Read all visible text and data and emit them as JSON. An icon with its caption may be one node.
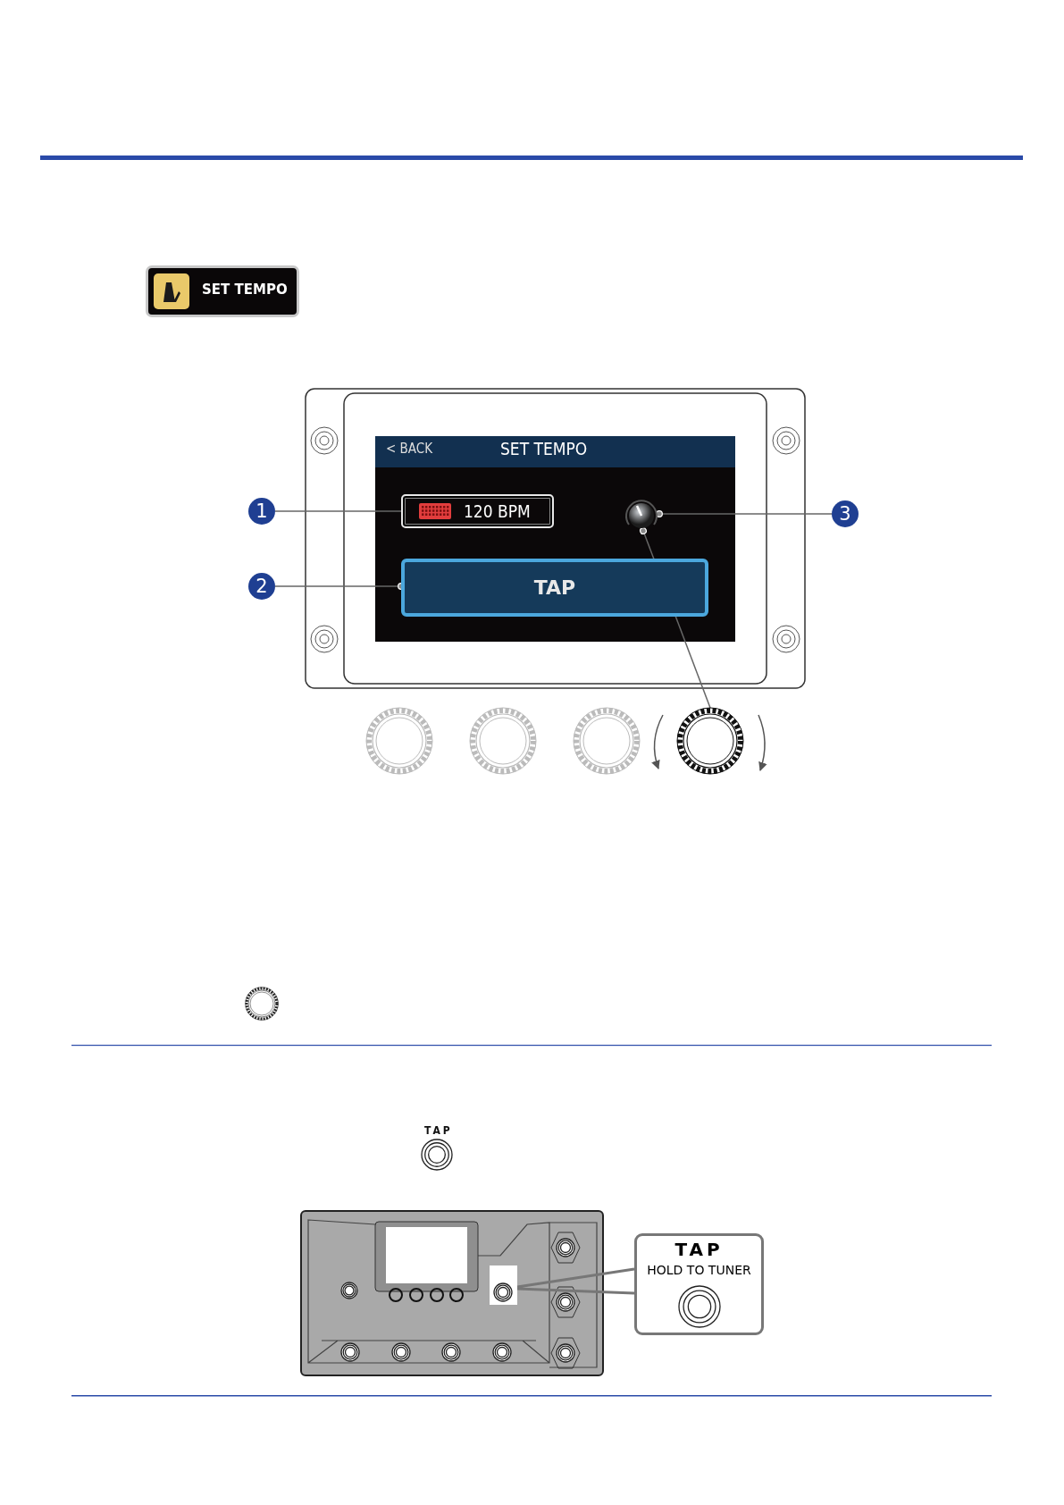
{
  "diagram": {
    "nodes": [
      {
        "text": [
          "SET TEMPO"
        ]
      },
      {
        "text": [
          "1"
        ]
      },
      {
        "text": [
          "120 BPM"
        ]
      },
      {
        "text": [],
        "shape": "circle"
      },
      {
        "text": [
          "3"
        ]
      },
      {
        "text": [
          "2"
        ]
      },
      {
        "text": [
          "TAP"
        ]
      },
      {
        "text": [],
        "shape": "circle"
      },
      {
        "text": [],
        "shape": "box"
      },
      {
        "text": [
          "TAP",
          "HOLD TO TUNER"
        ]
      }
    ],
    "edges": [
      {
        "from": 1,
        "to": 2,
        "arrow": "none"
      },
      {
        "from": 4,
        "to": 3,
        "arrow": "other"
      },
      {
        "from": 5,
        "to": 6,
        "arrow": "other"
      },
      {
        "from": 3,
        "to": 7,
        "arrow": "other"
      },
      {
        "from": 8,
        "to": 9,
        "arrow": "none",
        "color": "#777777"
      }
    ],
    "labels": [
      "< BACK",
      "SET TEMPO",
      "TAP"
    ]
  }
}
